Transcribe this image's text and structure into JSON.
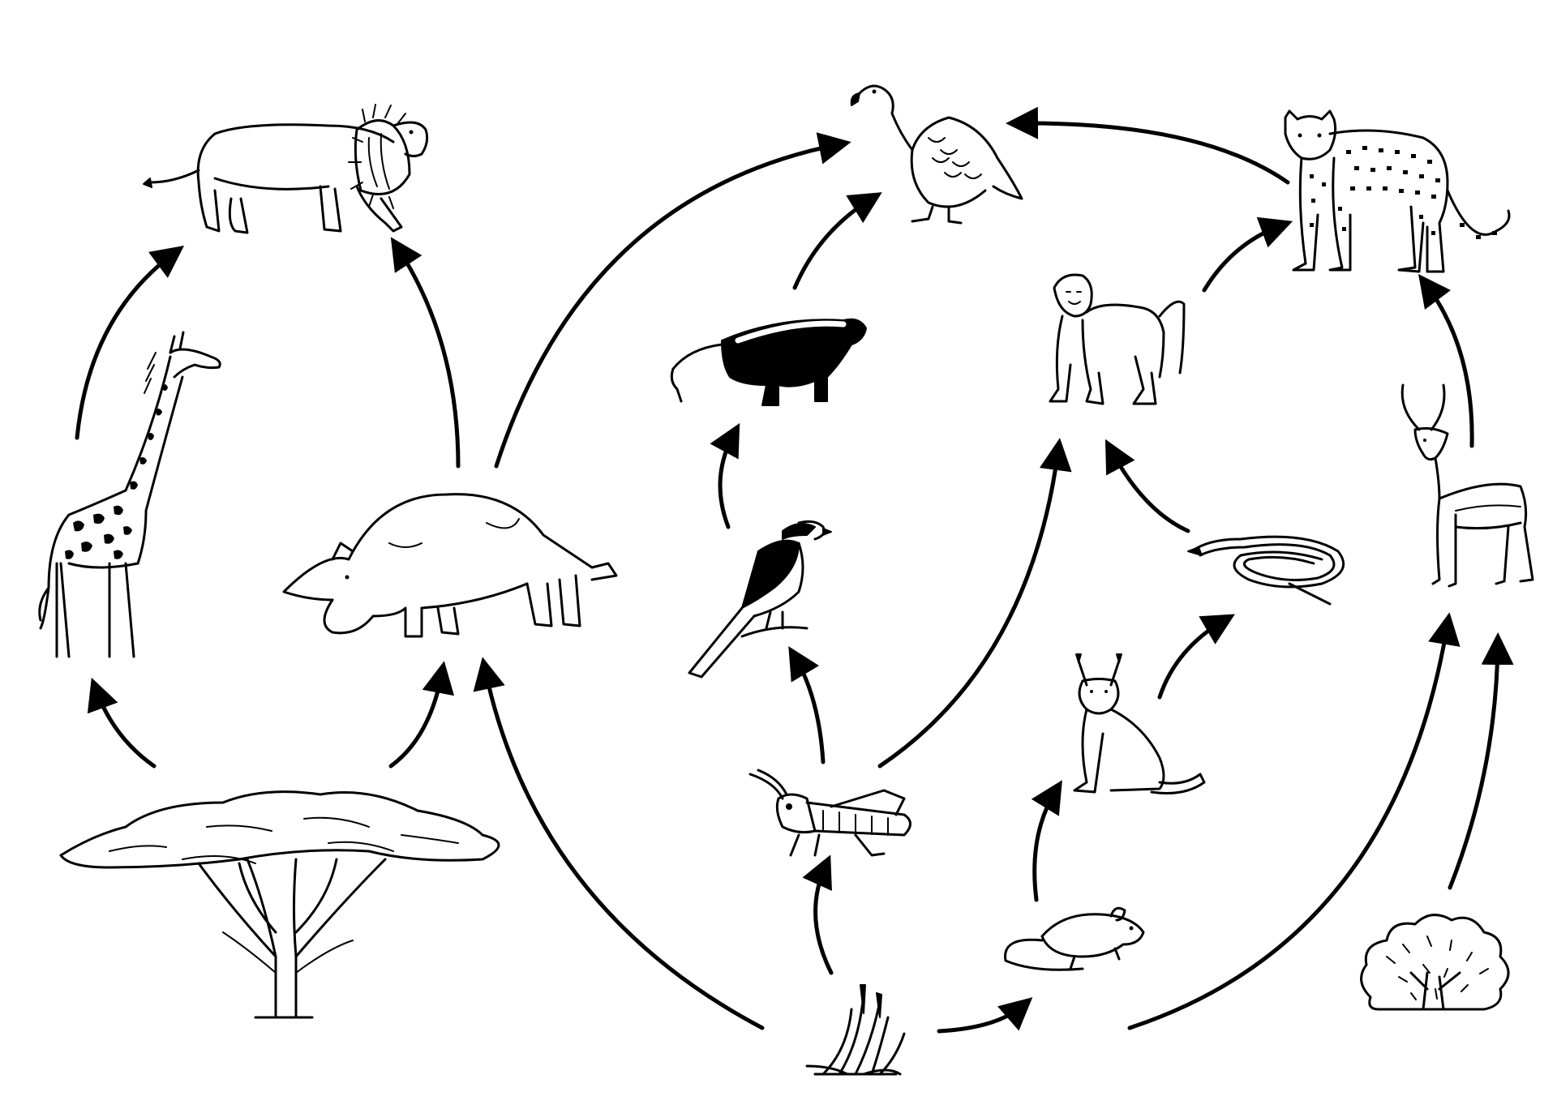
{
  "diagram": {
    "organisms": [
      {
        "id": "lion",
        "icon": "lion-icon"
      },
      {
        "id": "giraffe",
        "icon": "giraffe-icon"
      },
      {
        "id": "rhinoceros",
        "icon": "rhinoceros-icon"
      },
      {
        "id": "acacia-tree",
        "icon": "acacia-tree-icon"
      },
      {
        "id": "vulture",
        "icon": "vulture-icon"
      },
      {
        "id": "honey-badger",
        "icon": "honey-badger-icon"
      },
      {
        "id": "shrike",
        "icon": "shrike-bird-icon"
      },
      {
        "id": "grasshopper",
        "icon": "grasshopper-icon"
      },
      {
        "id": "grass",
        "icon": "grass-icon"
      },
      {
        "id": "baboon",
        "icon": "baboon-icon"
      },
      {
        "id": "snake",
        "icon": "snake-icon"
      },
      {
        "id": "caracal",
        "icon": "caracal-icon"
      },
      {
        "id": "mouse",
        "icon": "mouse-icon"
      },
      {
        "id": "cheetah",
        "icon": "cheetah-icon"
      },
      {
        "id": "gazelle",
        "icon": "gazelle-icon"
      },
      {
        "id": "shrub",
        "icon": "shrub-icon"
      }
    ],
    "arrows": [
      {
        "from": "acacia-tree",
        "to": "giraffe"
      },
      {
        "from": "acacia-tree",
        "to": "rhinoceros"
      },
      {
        "from": "giraffe",
        "to": "lion"
      },
      {
        "from": "rhinoceros",
        "to": "lion"
      },
      {
        "from": "rhinoceros",
        "to": "vulture"
      },
      {
        "from": "grass",
        "to": "rhinoceros"
      },
      {
        "from": "grass",
        "to": "grasshopper"
      },
      {
        "from": "grass",
        "to": "mouse"
      },
      {
        "from": "grass",
        "to": "gazelle"
      },
      {
        "from": "grasshopper",
        "to": "shrike"
      },
      {
        "from": "grasshopper",
        "to": "baboon"
      },
      {
        "from": "shrike",
        "to": "honey-badger"
      },
      {
        "from": "honey-badger",
        "to": "vulture"
      },
      {
        "from": "mouse",
        "to": "caracal"
      },
      {
        "from": "caracal",
        "to": "snake"
      },
      {
        "from": "snake",
        "to": "baboon"
      },
      {
        "from": "baboon",
        "to": "cheetah"
      },
      {
        "from": "cheetah",
        "to": "vulture"
      },
      {
        "from": "gazelle",
        "to": "cheetah"
      },
      {
        "from": "shrub",
        "to": "gazelle"
      }
    ]
  }
}
